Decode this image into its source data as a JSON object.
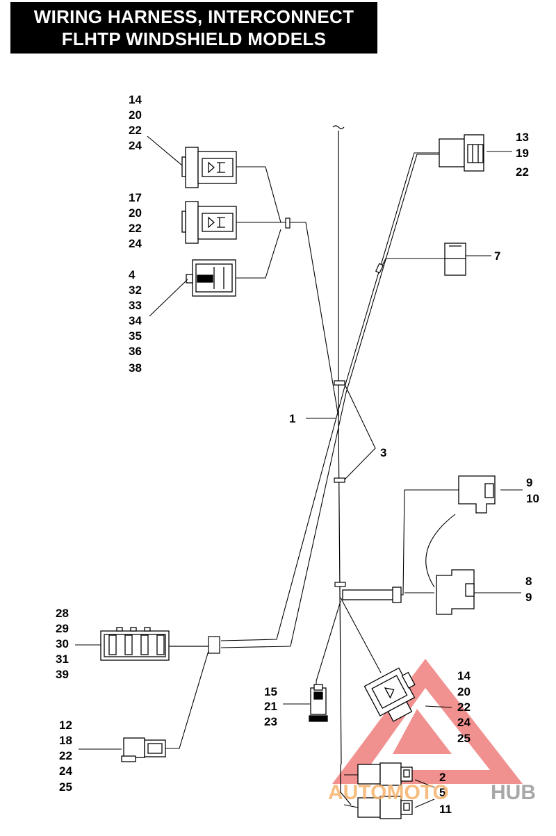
{
  "title": {
    "line1": "WIRING HARNESS, INTERCONNECT",
    "line2": "FLHTP WINDSHIELD MODELS"
  },
  "callouts": {
    "top_left_a": [
      "14",
      "20",
      "22",
      "24"
    ],
    "top_left_b": [
      "17",
      "20",
      "22",
      "24"
    ],
    "top_left_c": [
      "4",
      "32",
      "33",
      "34",
      "35",
      "36",
      "38"
    ],
    "top_right": [
      "13",
      "19",
      "22"
    ],
    "right_seven": [
      "7"
    ],
    "center_one": [
      "1"
    ],
    "center_three": [
      "3"
    ],
    "right_upper": [
      "9",
      "10"
    ],
    "right_lower": [
      "8",
      "9"
    ],
    "left_block": [
      "28",
      "29",
      "30",
      "31",
      "39"
    ],
    "bottom_left": [
      "12",
      "18",
      "22",
      "24",
      "25"
    ],
    "bottom_center": [
      "15",
      "21",
      "23"
    ],
    "bottom_right_connector": [
      "14",
      "20",
      "22",
      "24",
      "25"
    ],
    "bottom_relays": [
      "2",
      "5",
      "11"
    ]
  },
  "watermark": {
    "part1": "AUTOMOTO",
    "part2": "HUB",
    "color_red": "#e53935",
    "color_orange": "#f6b26b",
    "color_gray": "#9a9a9a"
  }
}
